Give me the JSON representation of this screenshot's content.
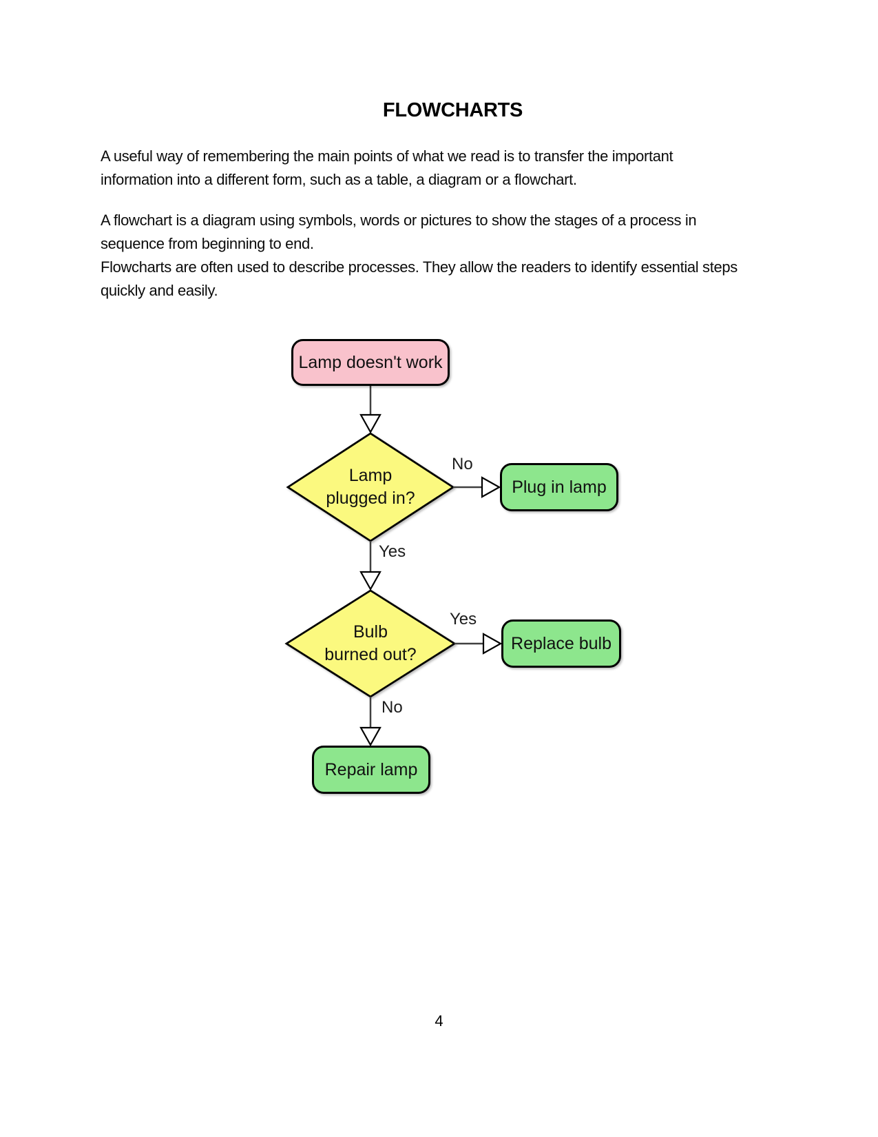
{
  "title": "FLOWCHARTS",
  "paragraphs": [
    {
      "lines": [
        "A useful way of remembering the main points of what we read is to transfer the important",
        "information into a different form, such as a table, a diagram or a flowchart."
      ]
    },
    {
      "lines": [
        "A flowchart is a diagram using symbols, words or pictures to show the stages of a process in",
        "sequence from beginning to end.",
        "Flowcharts are often used to describe processes. They allow the readers to identify essential steps",
        "quickly and easily."
      ]
    }
  ],
  "flowchart": {
    "start_node": "Lamp doesn't work",
    "decision1": {
      "line1": "Lamp",
      "line2": "plugged in?"
    },
    "action_no1": "Plug in lamp",
    "decision2": {
      "line1": "Bulb",
      "line2": "burned out?"
    },
    "action_yes2": "Replace bulb",
    "action_no2": "Repair lamp",
    "labels": {
      "no1": "No",
      "yes1": "Yes",
      "yes2": "Yes",
      "no2": "No"
    },
    "colors": {
      "start_fill": "#f9c2cc",
      "decision_fill": "#fbf97f",
      "action_fill": "#8de68d",
      "outline": "#000000",
      "connector": "#404040"
    }
  },
  "footer": {
    "page_number": "4"
  }
}
